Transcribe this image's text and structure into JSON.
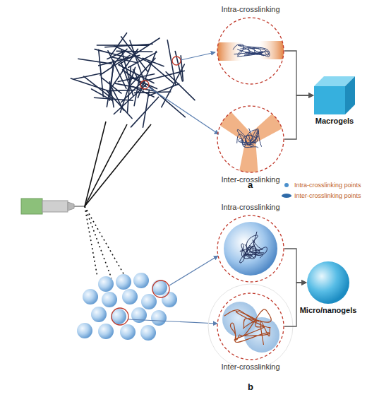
{
  "diagram": {
    "nodes": [
      {
        "text": [
          "Intra-crosslinking"
        ]
      },
      {
        "text": [
          "Inter-crosslinking"
        ]
      },
      {
        "text": [
          "Macrogels"
        ]
      },
      {
        "text": [
          "Intra-crosslinking"
        ]
      },
      {
        "text": [
          "Inter-crosslinking"
        ]
      },
      {
        "text": [
          "Micro/nanogels"
        ]
      }
    ],
    "edges": [
      {
        "from": 0,
        "to": 2,
        "arrow": "to"
      },
      {
        "from": 1,
        "to": 2,
        "arrow": "to"
      },
      {
        "from": 3,
        "to": 5,
        "arrow": "to"
      },
      {
        "from": 4,
        "to": 5,
        "arrow": "to"
      }
    ],
    "labels": [
      "a",
      "b"
    ],
    "legend": [
      {
        "text": "Intra-crosslinking points",
        "color": "#4a8fcc"
      },
      {
        "text": "Inter-crosslinking points",
        "color": "#2e6aa8"
      }
    ]
  }
}
